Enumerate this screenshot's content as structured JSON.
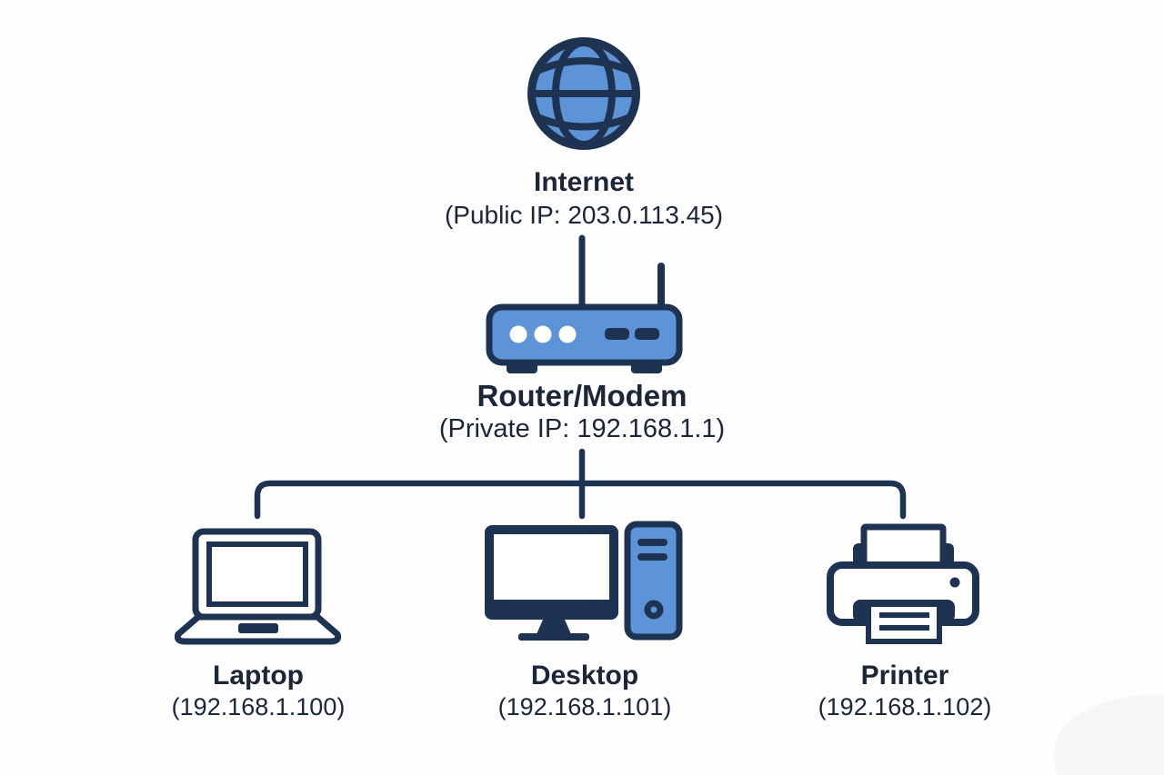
{
  "palette": {
    "background": "#fdfdfd",
    "outline_navy": "#1e3252",
    "fill_blue": "#5d93d7",
    "text_navy": "#1b2638",
    "icon_white": "#ffffff"
  },
  "diagram": {
    "type": "home-network-topology",
    "nodes": [
      {
        "id": "internet",
        "icon": "globe-icon",
        "label": "Internet",
        "sublabel": "(Public IP: 203.0.113.45)"
      },
      {
        "id": "router",
        "icon": "router-icon",
        "label": "Router/Modem",
        "sublabel": "(Private IP: 192.168.1.1)"
      },
      {
        "id": "laptop",
        "icon": "laptop-icon",
        "label": "Laptop",
        "sublabel": "(192.168.1.100)"
      },
      {
        "id": "desktop",
        "icon": "desktop-icon",
        "label": "Desktop",
        "sublabel": "(192.168.1.101)"
      },
      {
        "id": "printer",
        "icon": "printer-icon",
        "label": "Printer",
        "sublabel": "(192.168.1.102)"
      }
    ],
    "connections": [
      {
        "from": "internet",
        "to": "router"
      },
      {
        "from": "router",
        "to": "laptop"
      },
      {
        "from": "router",
        "to": "desktop"
      },
      {
        "from": "router",
        "to": "printer"
      }
    ]
  }
}
